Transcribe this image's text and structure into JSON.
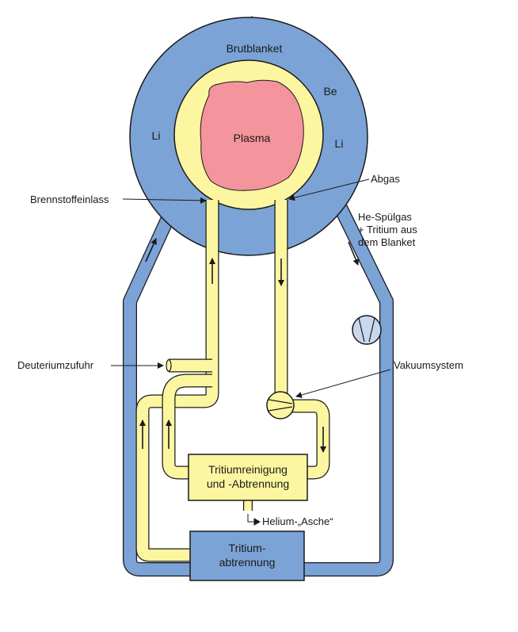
{
  "diagram": {
    "labels": {
      "brutblanket": "Brutblanket",
      "be": "Be",
      "li_left": "Li",
      "li_right": "Li",
      "plasma": "Plasma",
      "brennstoffeinlass": "Brennstoffeinlass",
      "abgas": "Abgas",
      "he_spuelgas_1": "He-Spülgas",
      "he_spuelgas_2": "+ Tritium aus",
      "he_spuelgas_3": "dem Blanket",
      "deuteriumzufuhr": "Deuteriumzufuhr",
      "vakuumsystem": "Vakuumsystem",
      "tritiumreinigung_1": "Tritiumreinigung",
      "tritiumreinigung_2": "und -Abtrennung",
      "helium_asche": "Helium-„Asche“",
      "tritium_abtrennung_1": "Tritium-",
      "tritium_abtrennung_2": "abtrennung"
    },
    "colors": {
      "blanket_blue": "#7ba3d6",
      "pipe_yellow": "#fdf6a0",
      "plasma_pink": "#f4949c",
      "outline": "#1a1a1a"
    }
  }
}
